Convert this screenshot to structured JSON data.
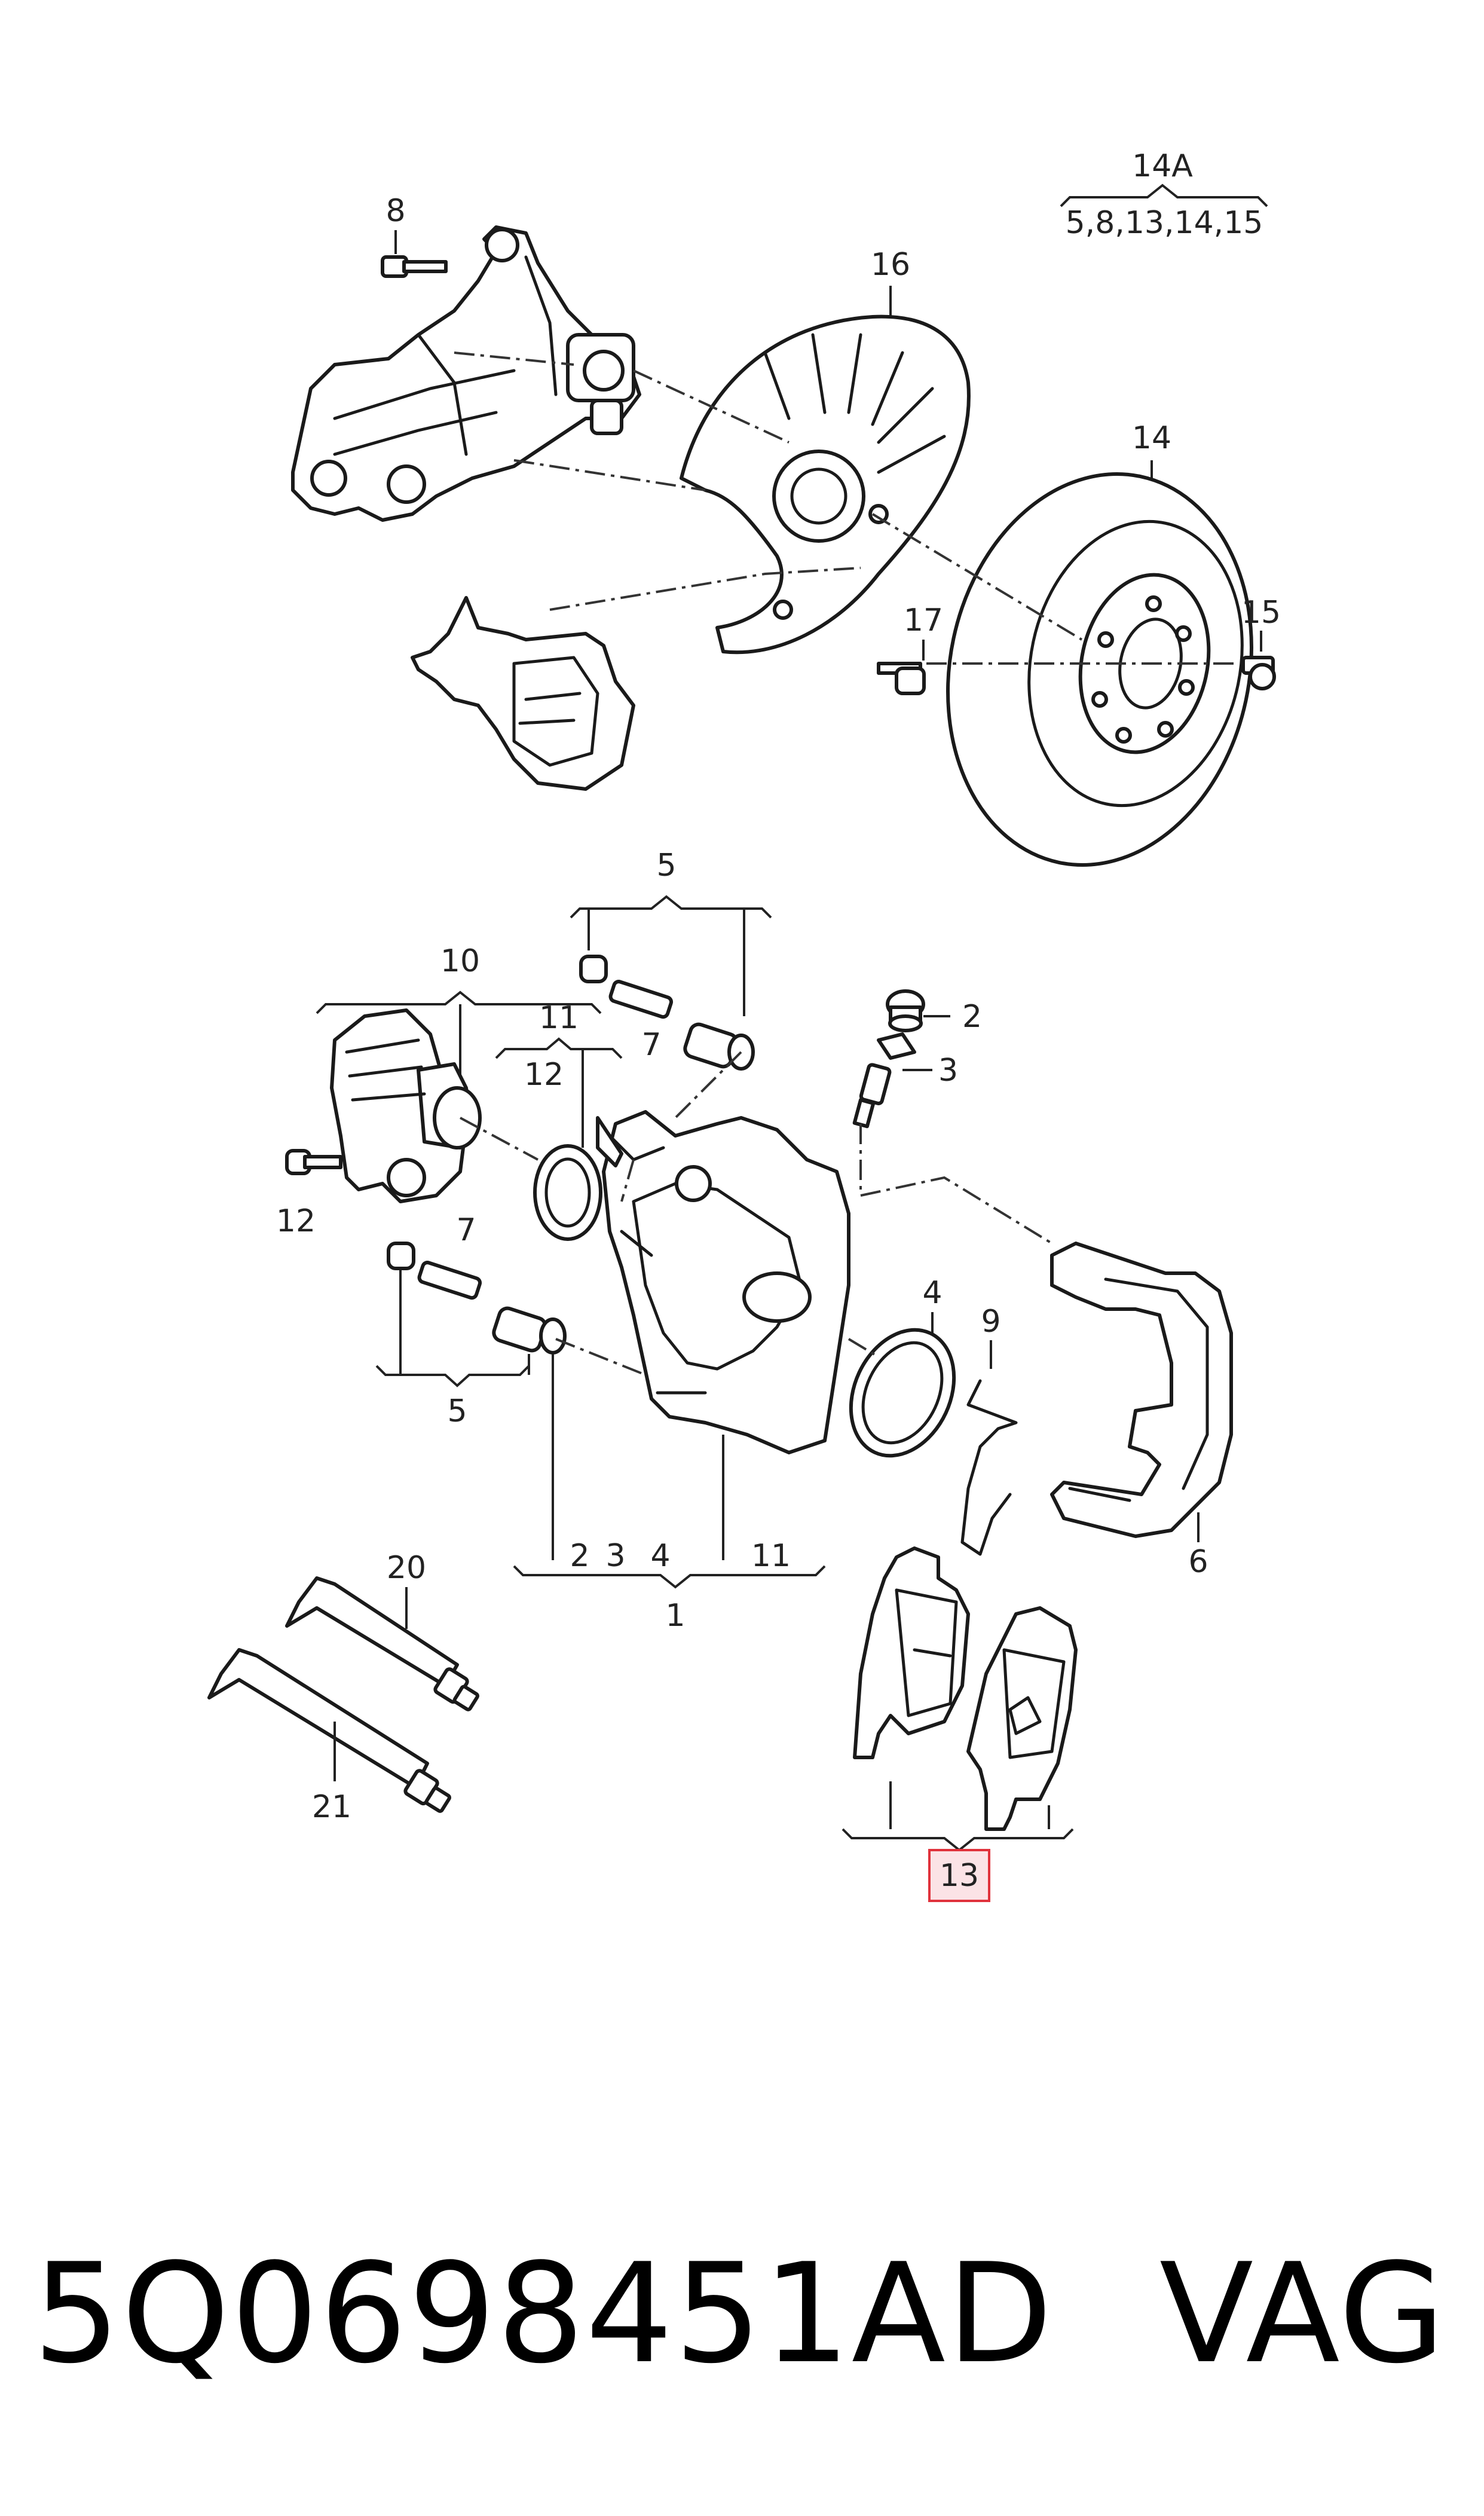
{
  "callouts": {
    "c14a_title": "14A",
    "c14a_items": "5,8,13,14,15",
    "c16": "16",
    "c8": "8",
    "c14": "14",
    "c15": "15",
    "c17": "17",
    "c5_top": "5",
    "c10": "10",
    "c11_top": "11",
    "c12_top": "12",
    "c7_top": "7",
    "c2": "2",
    "c3": "3",
    "c12_left": "12",
    "c7_mid": "7",
    "c4": "4",
    "c9": "9",
    "c5_bottom": "5",
    "c6": "6",
    "c20": "20",
    "c1_list_2": "2",
    "c1_list_3": "3",
    "c1_list_4": "4",
    "c1_list_11": "11",
    "c1": "1",
    "c21": "21",
    "c13": "13"
  },
  "highlight": {
    "label": "13",
    "color": "#e0323c",
    "fill": "#fbe3e6"
  },
  "footer": {
    "part_number": "5Q0698451AD",
    "brand": "VAG"
  }
}
